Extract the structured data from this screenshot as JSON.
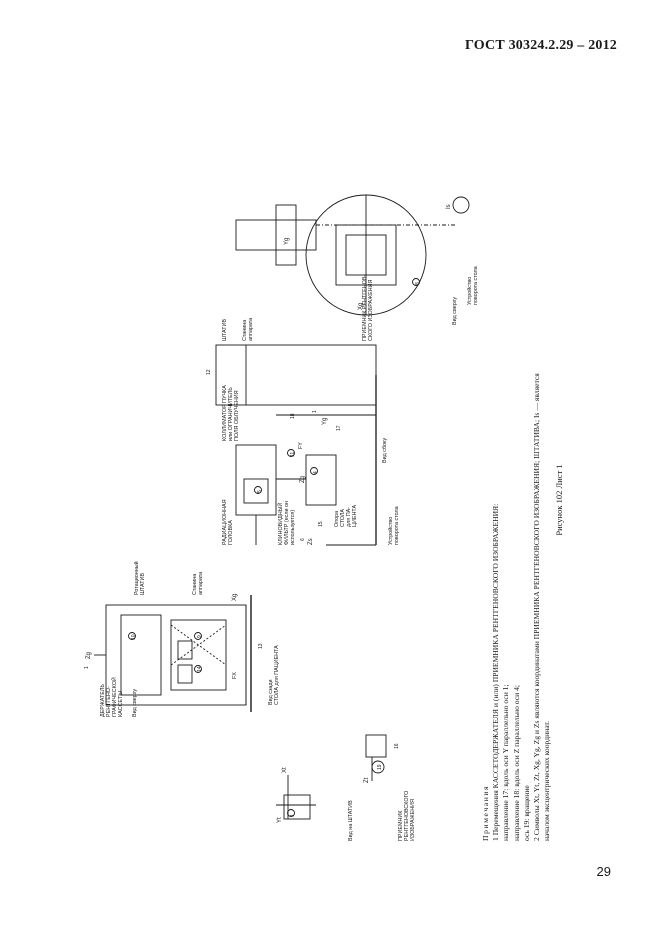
{
  "header": {
    "standard": "ГОСТ 30324.2.29 – 2012"
  },
  "page_number": "29",
  "caption": "Рисунок 102  Лист 1",
  "notes": {
    "title": "Примечания",
    "line1": "1 Перемещения КАССЕТОДЕРЖАТЕЛЯ и (или) ПРИЕМНИКА РЕНТГЕНОВСКОГО ИЗОБРАЖЕНИЯ:",
    "line2": "направление 17: вдоль оси Y параллельно оси 1;",
    "line3": "направление 18: вдоль оси Z параллельно оси 4;",
    "line4": "ось 19: вращение",
    "line5": "2 Символы Xt, Yt, Zt, Xg, Yg, Zg и Zs являются координатами ПРИЕМНИКА РЕНТГЕНОВСКОГО ИЗОБРАЖЕНИЯ; ШТАТИВА; Is — является",
    "line6": "началом эксцентрических координат."
  },
  "labels": {
    "view_on_stand": "Вид на ШТАТИВ",
    "view_top": "Вид сверху",
    "view_top2": "Вид сверху",
    "view_side": "Вид сбоку",
    "view_from_patient_table_a": "Вид сзади",
    "view_from_patient_table_b": "СТОЛА для ПАЦИЕНТА",
    "receptor_a": "ПРИЕМНИК",
    "receptor_b": "РЕНТГЕНОВСКОГО",
    "receptor_c": "ИЗОБРАЖЕНИЯ",
    "holder_a": "ДЕРЖАТЕЛЬ",
    "holder_b": "РЕНТГЕНО-",
    "holder_c": "ГРАФИЧЕСКОЙ",
    "holder_d": "КАССЕТЫ",
    "rot_stand_a": "Ротационный",
    "rot_stand_b": "ШТАТИВ",
    "frame_a": "Станина",
    "frame_b": "аппарата",
    "frame2_a": "Станина",
    "frame2_b": "аппарата",
    "rad_head_a": "РАДИАЦИОННАЯ",
    "rad_head_b": "ГОЛОВКА",
    "wedge_a": "КЛИНОВИДНЫЙ",
    "wedge_b": "ФИЛЬТР (если он",
    "wedge_c": "используется)",
    "support_a": "Опора",
    "support_b": "СТОЛА",
    "support_c": "для ПА-",
    "support_d": "ЦИЕНТА",
    "turn_device_a": "Устройство",
    "turn_device_b": "поворота стола",
    "turn_device2_a": "Устройство",
    "turn_device2_b": "поворота стола",
    "collimator_a": "КОЛЛИМАТОР ПУЧКА",
    "collimator_b": "или ОГРАНИЧИТЕЛЬ",
    "collimator_c": "ПОЛЯ ОБЛУЧЕНИЯ",
    "stand": "ШТАТИВ",
    "receptor2_a": "ПРИЕМНИК РЕНТГЕНОВ-",
    "receptor2_b": "СКОГО ИЗОБРАЖЕНИЯ",
    "ax_xt": "Xt",
    "ax_yt": "Yt",
    "ax_zt": "Zt",
    "ax_zg": "Zg",
    "ax_xg": "Xg",
    "ax_yg": "Yg",
    "ax_zg2": "Zg",
    "ax_xg2": "Xg",
    "ax_yg2": "Yg",
    "ax_zs": "Zs",
    "ax_zg3": "Zg",
    "ax_is": "Is",
    "ax_fx": "FX",
    "ax_fy": "FY",
    "n1": "1",
    "n2": "1",
    "n3": "13",
    "n4": "10",
    "n5": "9",
    "n6": "14",
    "n7": "16",
    "n8": "19",
    "n9": "4",
    "n10": "5",
    "n11": "11",
    "n12": "15",
    "n13": "6",
    "n14": "12",
    "n15": "17",
    "n16": "18",
    "n17": "2",
    "n18": "8",
    "n19": "1",
    "n20": "5",
    "n21": "4"
  }
}
